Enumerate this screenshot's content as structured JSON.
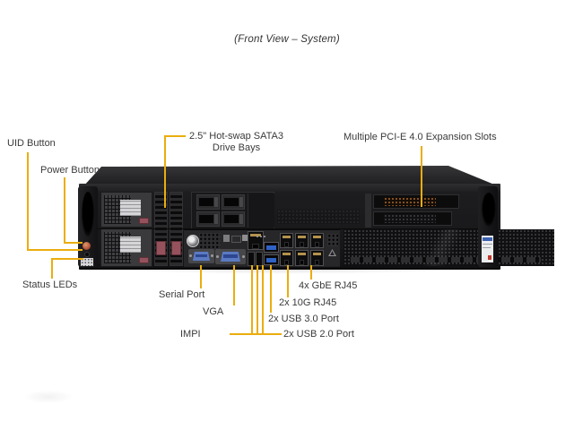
{
  "title": "(Front View – System)",
  "callouts": {
    "uid_button": "UID Button",
    "power_button": "Power Button",
    "status_leds": "Status LEDs",
    "drive_bays": "2.5\" Hot-swap SATA3\nDrive Bays",
    "expansion_slots": "Multiple PCI-E 4.0 Expansion Slots",
    "serial_port": "Serial Port",
    "vga": "VGA",
    "impi": "IMPI",
    "gbe_rj45": "4x GbE RJ45",
    "ten_gig_rj45": "2x 10G RJ45",
    "usb_30": "2x USB 3.0 Port",
    "usb_20": "2x USB 2.0 Port"
  },
  "colors": {
    "callout_line": "#EBAD0E",
    "label_text": "#3A3A3A",
    "chassis_dark": "#19191B",
    "port_blue": "#5B7AC2",
    "usb3_blue": "#2F62C4",
    "latch_maroon": "#96525C"
  }
}
